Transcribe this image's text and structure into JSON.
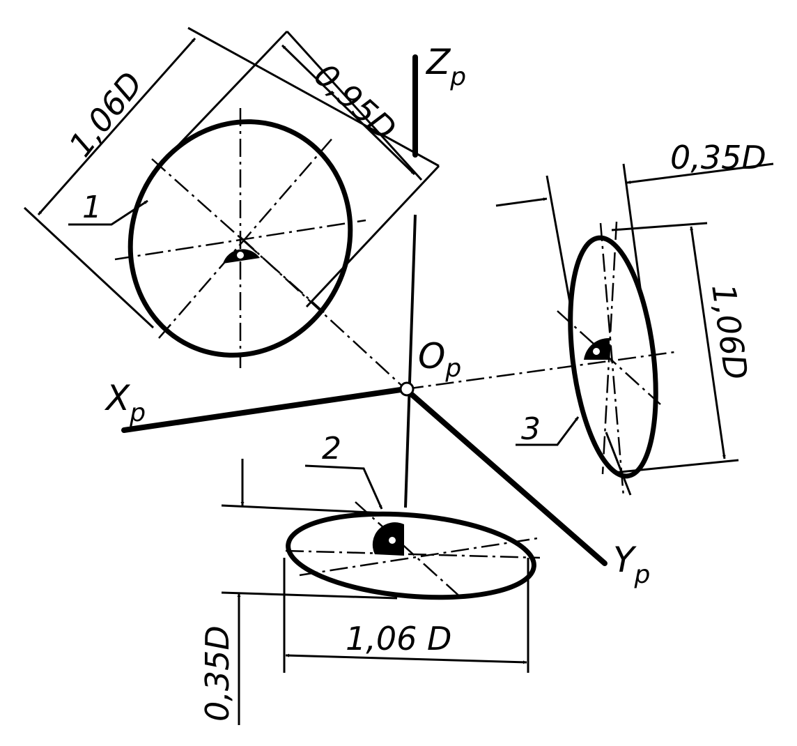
{
  "axes": {
    "x": {
      "letter": "X",
      "sub": "p"
    },
    "y": {
      "letter": "Y",
      "sub": "p"
    },
    "z": {
      "letter": "Z",
      "sub": "p"
    },
    "origin": {
      "letter": "O",
      "sub": "p"
    }
  },
  "ellipses": [
    {
      "number": "1",
      "major_label": "1,06D",
      "minor_label": "0,95D"
    },
    {
      "number": "2",
      "major_label": "1,06 D",
      "minor_label": "0,35D"
    },
    {
      "number": "3",
      "major_label": "1,06D",
      "minor_label": "0,35D"
    }
  ]
}
